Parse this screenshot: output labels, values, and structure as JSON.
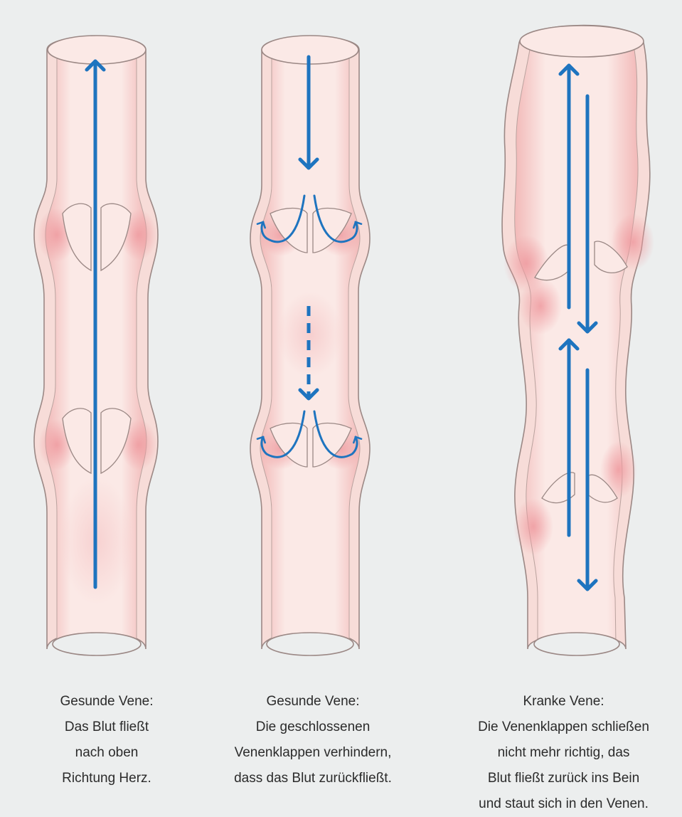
{
  "colors": {
    "background": "#eceeee",
    "vein_wall": "#f7dcd8",
    "vein_lumen": "#fbe9e6",
    "vein_pink": "#ef9a9f",
    "vein_outline": "#9b8885",
    "arrow_blue": "#1e74bf",
    "caption_text": "#2b2b2b"
  },
  "panels": [
    {
      "caption": {
        "title": "Gesunde Vene:",
        "lines": [
          "Das Blut fließt",
          "nach oben",
          "Richtung Herz."
        ]
      },
      "arrows": [
        "arrow-up-long-icon"
      ]
    },
    {
      "caption": {
        "title": "Gesunde Vene:",
        "lines": [
          "Die geschlossenen",
          "Venenklappen verhindern,",
          "dass das Blut zurückfließt."
        ]
      },
      "arrows": [
        "arrow-down-icon",
        "arrow-down-dashed-icon",
        "curved-backflow-arrow-icon"
      ]
    },
    {
      "caption": {
        "title": "Kranke Vene:",
        "lines": [
          "Die Venenklappen schließen",
          "nicht mehr richtig, das",
          "Blut fließt zurück ins Bein",
          "und staut sich in den Venen."
        ]
      },
      "arrows": [
        "arrow-up-icon",
        "arrow-down-icon"
      ]
    }
  ]
}
